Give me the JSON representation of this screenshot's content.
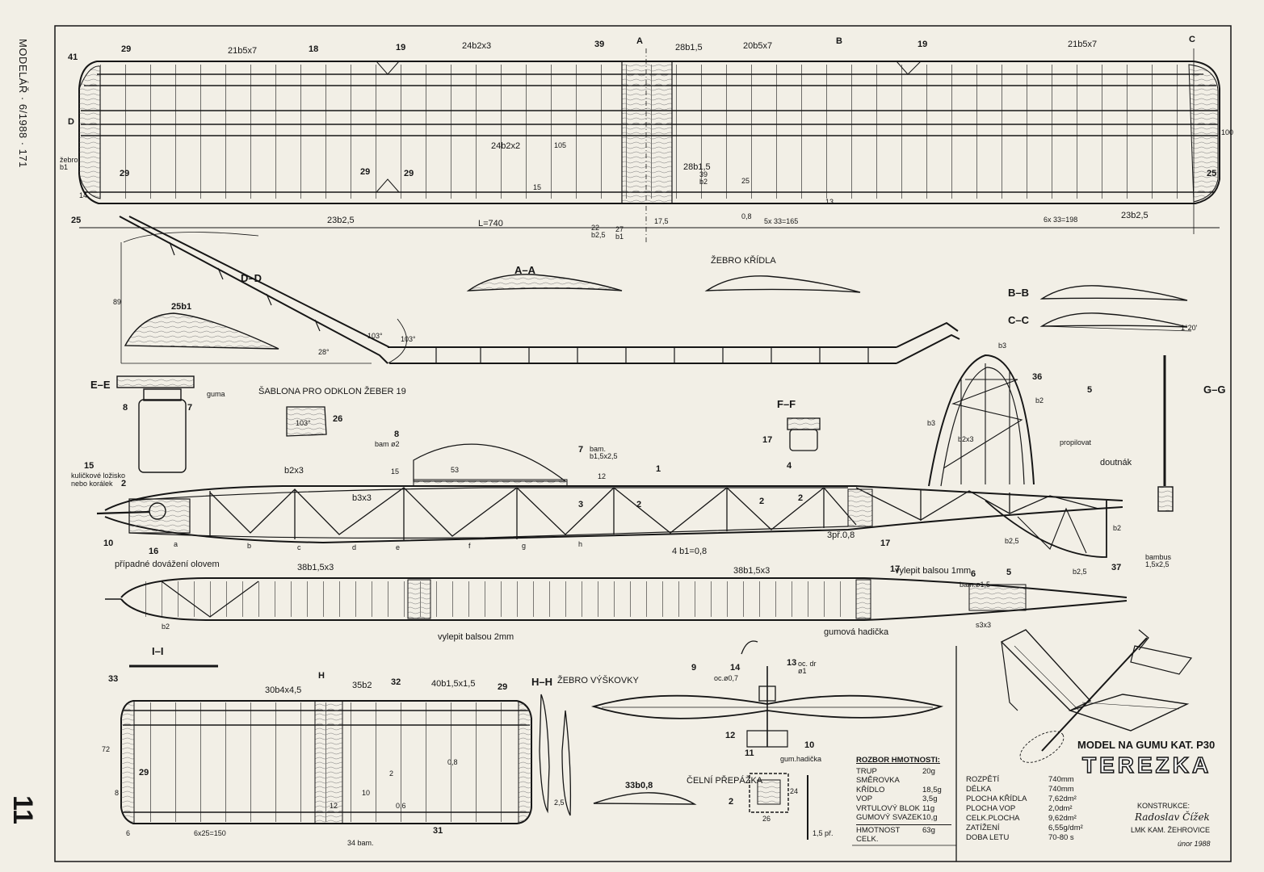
{
  "journal": {
    "title": "MODELÁŘ · 6/1988 · 171",
    "page_number": "11"
  },
  "sections": {
    "aa": "A–A",
    "bb": "B–B",
    "cc": "C–C",
    "dd": "D–D",
    "ee": "E–E",
    "ff": "F–F",
    "gg": "G–G",
    "hh": "H–H",
    "ii": "I–I",
    "wing_rib": "ŽEBRO KŘÍDLA",
    "template": "ŠABLONA PRO ODKLON ŽEBER 19",
    "stab_rib": "ŽEBRO VÝŠKOVKY",
    "front_bulkhead": "ČELNÍ PŘEPÁŽKA"
  },
  "wing": {
    "l21a": "21b5x7",
    "l18": "18",
    "l19a": "19",
    "l24a": "24b2x3",
    "l39a": "39",
    "lA": "A",
    "l28a": "28b1,5",
    "l20": "20b5x7",
    "lB": "B",
    "l19b": "19",
    "l21b": "21b5x7",
    "lC": "C",
    "l41": "41",
    "l29a": "29",
    "lD": "D",
    "rib_b1": "žebro b1",
    "l29b": "29",
    "l24b": "24b2x2",
    "l29c": "29",
    "l29d": "29",
    "l28b": "28b1,5",
    "l39b": "39 b2",
    "l25top": "25",
    "l23a": "23b2,5",
    "l22": "22 b2,5",
    "l27": "27 b1",
    "l23b": "23b2,5",
    "l25r": "25",
    "span": "L=740",
    "d175": "17,5",
    "d08": "0,8",
    "d165": "5x 33=165",
    "d198": "6x 33=198",
    "d100": "100",
    "d105": "105",
    "d15": "15",
    "d13": "13",
    "d25": "25",
    "d14": "14"
  },
  "dd_view": {
    "l25": "25",
    "l25b1": "25b1",
    "a103a": "103°",
    "a103b": "103°",
    "a28": "28°",
    "h89": "89"
  },
  "fuselage": {
    "l15": "15",
    "bearing": "kuličkové ložisko nebo korálek",
    "l2": "2",
    "l10": "10",
    "l16": "16",
    "lead": "případné dovážení olovem",
    "b2x3": "b2x3",
    "b3x3": "b3x3",
    "l8": "8",
    "bam2": "bam ø2",
    "l7": "7",
    "bam15": "bam. b1,5x2,5",
    "d15": "15",
    "d53": "53",
    "d12": "12",
    "l1": "1",
    "l3a": "3",
    "l2a": "2",
    "l2b": "2",
    "l2c": "2",
    "l3pr": "3př.0,8",
    "l17": "17",
    "l4": "4 b1=0,8",
    "sa": "a",
    "sb": "b",
    "sc": "c",
    "sd": "d",
    "se": "e",
    "sf": "f",
    "sg": "g",
    "sh": "h",
    "doutnak": "doutnák",
    "l36": "36",
    "b3a": "b3",
    "b3b": "b3",
    "b2a": "b2",
    "b2x3f": "b2x3",
    "b2b": "b2",
    "b25a": "b2,5",
    "b25b": "b2,5",
    "l37": "37",
    "bambus": "bambus 1,5x2,5",
    "l5": "5",
    "propilovat": "propilovat",
    "l17b": "17",
    "l4b": "4",
    "ee_guma": "guma",
    "ee8": "8",
    "ee7": "7",
    "l26": "26",
    "tmpl_angle": "103°"
  },
  "top_view": {
    "l38a": "38b1,5x3",
    "l38b": "38b1,5x3",
    "b2": "b2",
    "balsa2": "vylepit balsou 2mm",
    "hose": "gumová hadička",
    "balsa1": "vylepit balsou 1mm",
    "l6": "6",
    "bam15": "bam.ø1,5",
    "l5": "5",
    "s3x3": "s3x3",
    "l17": "17"
  },
  "stab": {
    "l33": "33",
    "l30": "30b4x4,5",
    "l35": "35b2",
    "l32": "32",
    "l40": "40b1,5x1,5",
    "l29": "29",
    "lH": "H",
    "l29b": "29",
    "d72": "72",
    "d8": "8",
    "d6": "6",
    "d150": "6x25=150",
    "d12": "12",
    "l34": "34 bam.",
    "l31": "31",
    "d10": "10",
    "d2": "2",
    "d06": "0,6",
    "d08": "0,8",
    "l33b": "33b0,8",
    "d25": "2,5"
  },
  "prop": {
    "l9": "9",
    "l14": "14",
    "l14s": "oc.ø0,7",
    "l13": "13",
    "l13s": "oc. dr ø1",
    "l12": "12",
    "l11": "11",
    "l10": "10",
    "hose": "gum.hadička",
    "l2": "2",
    "d26": "26",
    "d24": "24",
    "pr15": "1,5 př."
  },
  "mass_breakdown": {
    "title": "ROZBOR HMOTNOSTI:",
    "rows": [
      {
        "k": "TRUP SMĚROVKA",
        "v": "20g"
      },
      {
        "k": "KŘÍDLO",
        "v": "18,5g"
      },
      {
        "k": "VOP",
        "v": "3,5g"
      },
      {
        "k": "VRTULOVÝ BLOK",
        "v": "11g"
      },
      {
        "k": "GUMOVÝ SVAZEK",
        "v": "10,g"
      }
    ],
    "total_k": "HMOTNOST CELK.",
    "total_v": "63g"
  },
  "title_block": {
    "model_line": "MODEL NA GUMU KAT. P30",
    "model_name": "TEREZKA",
    "specs": [
      {
        "k": "ROZPĚTÍ",
        "v": "740mm"
      },
      {
        "k": "DÉLKA",
        "v": "740mm"
      },
      {
        "k": "PLOCHA KŘÍDLA",
        "v": "7,62dm²"
      },
      {
        "k": "PLOCHA VOP",
        "v": "2,0dm²"
      },
      {
        "k": "CELK.PLOCHA",
        "v": "9,62dm²"
      },
      {
        "k": "ZATÍŽENÍ",
        "v": "6,55g/dm²"
      },
      {
        "k": "DOBA LETU",
        "v": "70-80 s"
      }
    ],
    "constr_label": "KONSTRUKCE:",
    "designer": "Radoslav Čížek",
    "club": "LMK KAM. ŽEHROVICE",
    "date": "únor 1988",
    "cc_angle": "1°20'"
  }
}
